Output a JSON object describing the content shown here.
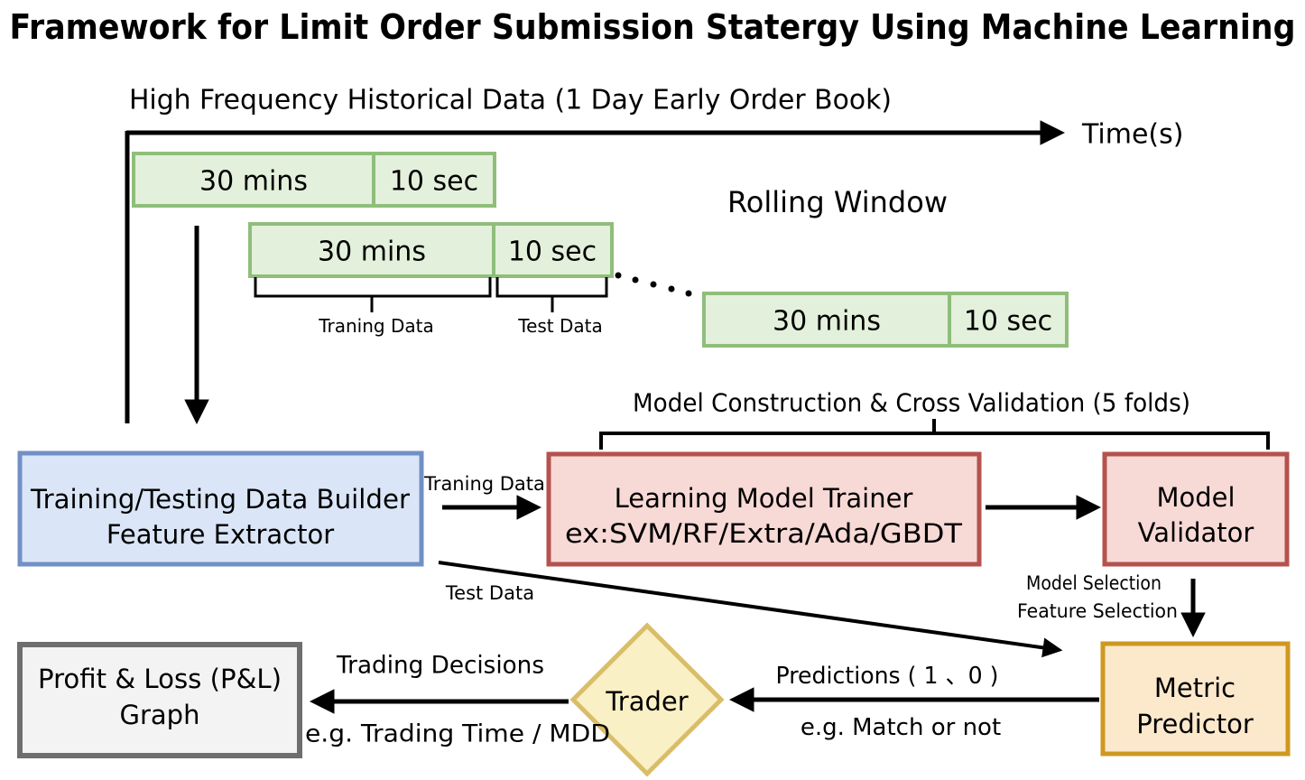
{
  "title": "Framework for Limit Order Submission Statergy Using Machine Learning",
  "colors": {
    "green_border": "#8FBE7B",
    "green_fill": "#E3F0DB",
    "blue_border": "#7090C6",
    "blue_fill": "#DAE6F7",
    "red_border": "#B5524E",
    "red_fill": "#F7D9D6",
    "orange_border": "#CE9821",
    "orange_fill": "#FCE9CC",
    "yellow_border": "#D9BD68",
    "yellow_fill": "#FAF0C5",
    "gray_border": "#6E6E6E",
    "gray_fill": "#F3F3F3",
    "line": "#000000"
  },
  "timeline": {
    "label": "High Frequency Historical Data (1 Day Early Order Book)",
    "axis_label": "Time(s)",
    "rolling_window_label": "Rolling Window",
    "windows": [
      {
        "train": "30 mins",
        "test": "10 sec"
      },
      {
        "train": "30 mins",
        "test": "10 sec"
      },
      {
        "train": "30 mins",
        "test": "10 sec"
      }
    ],
    "training_brace_label": "Traning Data",
    "test_brace_label": "Test Data"
  },
  "nodes": {
    "data_builder": {
      "line1": "Training/Testing Data Builder",
      "line2": "Feature Extractor"
    },
    "model_trainer": {
      "line1": "Learning Model Trainer",
      "line2": "ex:SVM/RF/Extra/Ada/GBDT"
    },
    "model_validator": {
      "line1": "Model",
      "line2": "Validator"
    },
    "metric_predictor": {
      "line1": "Metric",
      "line2": "Predictor"
    },
    "trader": {
      "label": "Trader"
    },
    "pnl_graph": {
      "line1": "Profit & Loss (P&L)",
      "line2": "Graph"
    }
  },
  "edges": {
    "training_data_label": "Traning Data",
    "test_data_label": "Test Data",
    "model_construction_label": "Model Construction & Cross Validation (5 folds)",
    "model_selection_label": "Model Selection",
    "feature_selection_label": "Feature Selection",
    "predictions_label": "Predictions ( 1 、0 )",
    "match_label": "e.g. Match or not",
    "trading_decisions_label": "Trading Decisions",
    "trading_time_label": "e.g. Trading Time / MDD"
  }
}
